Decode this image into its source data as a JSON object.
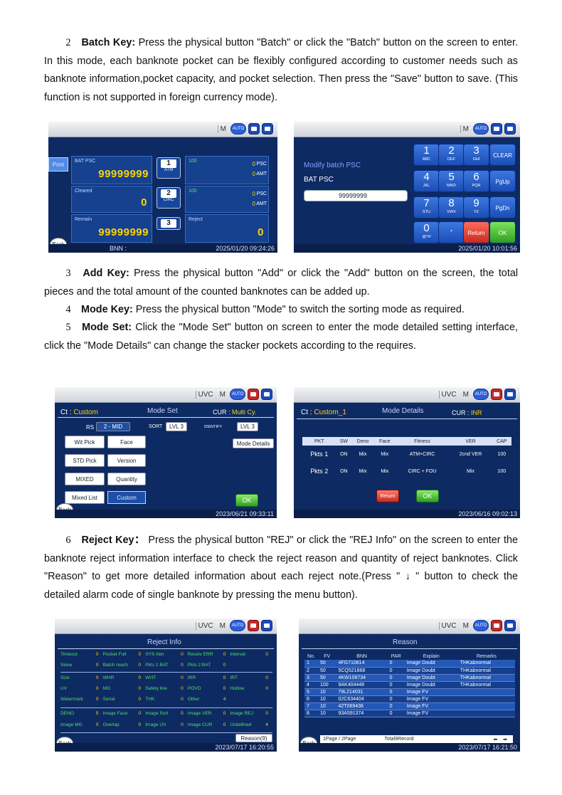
{
  "sections": {
    "batch": {
      "num": "2",
      "title": "Batch Key:",
      "body": "Press the physical button \"Batch\" or click the \"Batch\" button on the screen to enter. In this mode, each banknote pocket can be flexibly configured according to customer needs such as banknote information,pocket capacity, and pocket selection. Then press the \"Save\" button to save. (This function is not supported in foreign currency mode)."
    },
    "add": {
      "num": "3",
      "title": "Add Key:",
      "body": "Press the physical button \"Add\" or click the \"Add\" button on the screen, the total pieces and the total amount of the counted banknotes can be added up."
    },
    "mode": {
      "num": "4",
      "title": "Mode Key:",
      "body": "Press the physical button \"Mode\" to switch the sorting mode as required."
    },
    "modeset": {
      "num": "5",
      "title": "Mode Set:",
      "body": "Click the \"Mode Set\" button on screen to enter the mode detailed setting interface, click the \"Mode Details\" can change the stacker pockets according to the requires."
    },
    "reject": {
      "num": "6",
      "title": "Reject Key：",
      "body": "Press the physical button \"REJ\" or click the \"REJ Info\" on the screen to enter the banknote reject information interface to check the reject reason and quantity of reject banknotes. Click \"Reason\" to get more detailed information about each reject note.(Press \" ↓ \" button to check the detailed alarm code of single banknote by pressing the menu button)."
    }
  },
  "screens": {
    "s1": {
      "top_m": "M",
      "auto": "AUTO",
      "print": "Print",
      "back": "Back",
      "bat_lbl": "BAT PSC",
      "bat_val": "99999999",
      "cleared_lbl": "Cleared",
      "cleared_val": "0",
      "remain_lbl": "Remain",
      "remain_val": "99999999",
      "slot1": "1",
      "slot1_sub": "ATM",
      "slot2": "2",
      "slot2_sub": "CIRC",
      "slot3": "3",
      "p1_top": "100",
      "p1_psc": "0",
      "p1_amt": "0",
      "psc": "PSC",
      "amt": "AMT",
      "p2_top": "100",
      "p2_psc": "0",
      "p2_amt": "0",
      "reject_lbl": "Reject",
      "reject_val": "0",
      "bnn": "BNN :",
      "ts": "2025/01/20 09:24:26"
    },
    "s2": {
      "top_m": "M",
      "auto": "AUTO",
      "modify": "Modify batch PSC",
      "bat": "BAT PSC",
      "input": "99999999",
      "keys": [
        {
          "d": "1",
          "s": "ABC"
        },
        {
          "d": "2",
          "s": "DEF"
        },
        {
          "d": "3",
          "s": "GHI"
        },
        {
          "d": "4",
          "s": "JKL"
        },
        {
          "d": "5",
          "s": "MNO"
        },
        {
          "d": "6",
          "s": "PQR"
        },
        {
          "d": "7",
          "s": "STU"
        },
        {
          "d": "8",
          "s": "VWX"
        },
        {
          "d": "9",
          "s": "YZ"
        },
        {
          "d": "0",
          "s": "@*#/"
        },
        {
          "d": ".",
          "s": ""
        }
      ],
      "clear": "CLEAR",
      "pgup": "PgUp",
      "pgdn": "PgDn",
      "ret": "Return",
      "ok": "OK",
      "ts": "2025/01/20 10:01:56"
    },
    "s3": {
      "uvc": "UVC",
      "m": "M",
      "auto": "AUTO",
      "ct_lbl": "Ct :",
      "ct_val": "Custom",
      "title": "Mode Set",
      "cur_lbl": "CUR :",
      "cur_val": "Multi Cy.",
      "rs": "RS",
      "rs_val": "2 - MID",
      "sort": "SORT",
      "sort_val": "LVL 3",
      "identify": "IDENTIFY",
      "identify_val": "LVL 3",
      "mode_details": "Mode Details",
      "b1": "Wit Pick",
      "b2": "Face",
      "b3": "STD Pick",
      "b4": "Version",
      "b5": "MIXED",
      "b6": "Quantity",
      "b7": "Mixed List",
      "b8": "Custom",
      "ok": "OK",
      "back": "Back",
      "ts": "2023/06/21 09:33:11"
    },
    "s4": {
      "uvc": "UVC",
      "m": "M",
      "auto": "AUTO",
      "ct_lbl": "Ct :",
      "ct_val": "Custom_1",
      "title": "Mode Details",
      "cur_lbl": "CUR :",
      "cur_val": "INR",
      "headers": [
        "PKT",
        "SW",
        "Deno",
        "Face",
        "Fitness",
        "VER",
        "CAP"
      ],
      "rows": [
        [
          "Pkts 1",
          "ON",
          "Mix",
          "Mix",
          "ATM+CIRC",
          "2cnd VER",
          "100"
        ],
        [
          "Pkts 2",
          "ON",
          "Mix",
          "Mix",
          "CIRC + FOU",
          "Mix",
          "100"
        ]
      ],
      "ret": "Return",
      "ok": "OK",
      "ts": "2023/06/16 09:02:13"
    },
    "s5": {
      "uvc": "UVC",
      "m": "M",
      "auto": "AUTO",
      "title": "Reject Info",
      "rows": [
        [
          [
            "Timeout",
            "0"
          ],
          [
            "Pocket Full",
            "0"
          ],
          [
            "SYS Abn",
            "0"
          ],
          [
            "Receiv ERR",
            "0"
          ],
          [
            "Interval",
            "0"
          ]
        ],
        [
          [
            "Skew",
            "0"
          ],
          [
            "Batch reach",
            "0"
          ],
          [
            "Pkts 1 BAT",
            "0"
          ],
          [
            "Pkts 2 BAT",
            "0"
          ]
        ],
        [
          [
            "Size",
            "0"
          ],
          [
            "WHR",
            "0"
          ],
          [
            "WHT",
            "0"
          ],
          [
            "IRR",
            "0"
          ],
          [
            "IRT",
            "0"
          ]
        ],
        [
          [
            "UV",
            "0"
          ],
          [
            "MG",
            "0"
          ],
          [
            "Safety line",
            "0"
          ],
          [
            "POVD",
            "0"
          ],
          [
            "Hollow",
            "0"
          ]
        ],
        [
          [
            "Watermark",
            "0"
          ],
          [
            "Serial",
            "0"
          ],
          [
            "THK",
            "0"
          ],
          [
            "Other",
            "4"
          ]
        ],
        [
          [
            "DENO",
            "5"
          ],
          [
            "Image Face",
            "0"
          ],
          [
            "Image Sort",
            "0"
          ],
          [
            "Image VER",
            "0"
          ],
          [
            "Image REJ",
            "0"
          ]
        ],
        [
          [
            "Image MG",
            "0"
          ],
          [
            "Overlap",
            "0"
          ],
          [
            "Image UV",
            "0"
          ],
          [
            "Image CUR",
            "0"
          ],
          [
            "Undefined",
            "4"
          ]
        ]
      ],
      "reason": "Reason(9)",
      "back": "Back",
      "ts": "2023/07/17 16:20:55"
    },
    "s6": {
      "uvc": "UVC",
      "m": "M",
      "auto": "AUTO",
      "title": "Reason",
      "headers": [
        "No.",
        "FV",
        "BNN",
        "PAR",
        "Explain",
        "Remarks"
      ],
      "rows": [
        [
          "1",
          "50",
          "4FG710814",
          "0",
          "Image Doubt",
          "THKabnormal"
        ],
        [
          "2",
          "50",
          "5CQ521868",
          "0",
          "Image Doubt",
          "THKabnormal"
        ],
        [
          "3",
          "50",
          "4KW108734",
          "0",
          "Image Doubt",
          "THKabnormal"
        ],
        [
          "4",
          "100",
          "9AK404448",
          "0",
          "Image Doubt",
          "THKabnormal"
        ],
        [
          "5",
          "10",
          "79L214031",
          "0",
          "Image FV",
          ""
        ],
        [
          "6",
          "10",
          "02C634404",
          "0",
          "Image FV",
          ""
        ],
        [
          "7",
          "10",
          "42T069436",
          "0",
          "Image FV",
          ""
        ],
        [
          "8",
          "10",
          "93A591374",
          "0",
          "Image FV",
          ""
        ]
      ],
      "page": "1Page / 2Page",
      "total": "Total9Record",
      "back": "Back",
      "ts": "2023/07/17 16:21:50"
    }
  }
}
